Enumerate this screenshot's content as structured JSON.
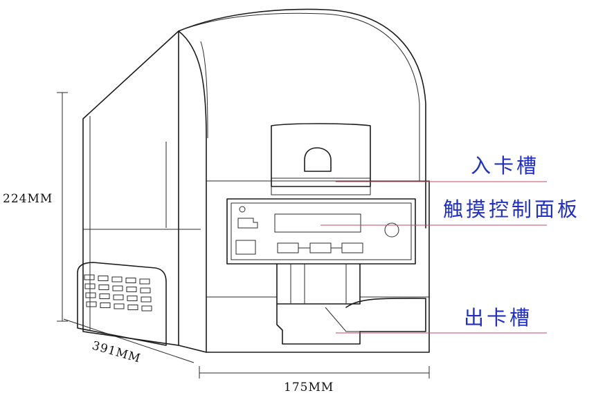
{
  "dimensions": {
    "height": "224MM",
    "depth": "391MM",
    "width": "175MM"
  },
  "labels": {
    "card_input_slot": "入卡槽",
    "touch_control_panel": "触摸控制面板",
    "card_output_slot": "出卡槽"
  },
  "colors": {
    "label": "#1f2fc8",
    "callout_line": "#c44a5a",
    "outline": "#1a1a1a"
  }
}
